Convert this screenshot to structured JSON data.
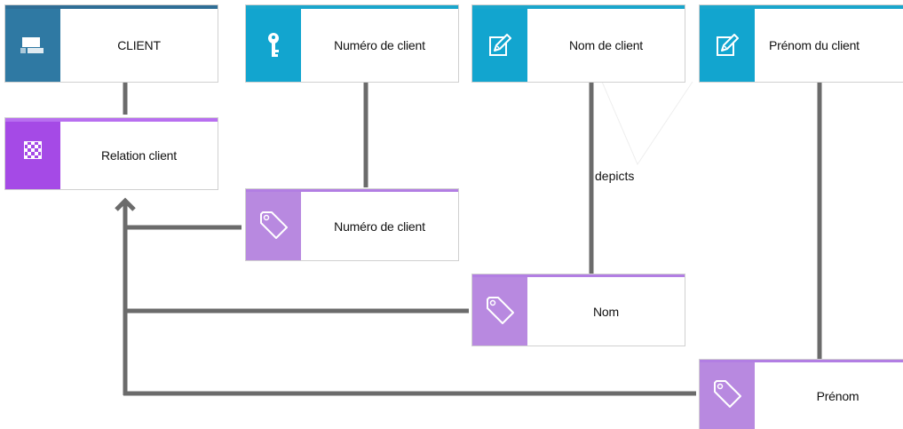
{
  "nodes": {
    "client": {
      "label": "CLIENT",
      "icon": "entity-card-icon"
    },
    "relation_client": {
      "label": "Relation client",
      "icon": "relation-grid-icon"
    },
    "numero_attr": {
      "label": "Numéro de client",
      "icon": "key-icon"
    },
    "nom_attr": {
      "label": "Nom de client",
      "icon": "edit-pen-icon"
    },
    "prenom_attr": {
      "label": "Prénom du client",
      "icon": "edit-pen-icon"
    },
    "numero_tag": {
      "label": "Numéro de client",
      "icon": "tag-icon"
    },
    "nom_tag": {
      "label": "Nom",
      "icon": "tag-icon"
    },
    "prenom_tag": {
      "label": "Prénom",
      "icon": "tag-icon"
    }
  },
  "edge_labels": {
    "depicts": "depicts"
  },
  "colors": {
    "entity": "#2f79a3",
    "attribute": "#12a5cf",
    "relation": "#a54ae6",
    "tag": "#b889e0",
    "connector": "#6b6b6b"
  }
}
